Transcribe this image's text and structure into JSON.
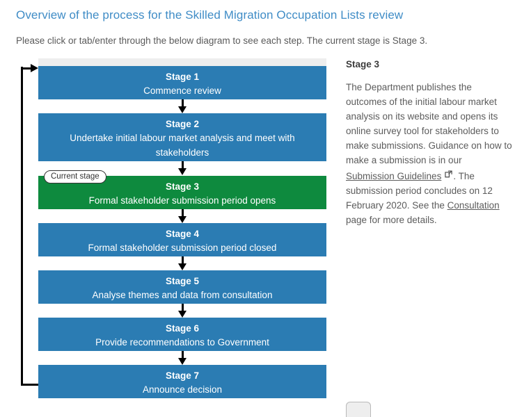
{
  "page": {
    "title": "Overview of the process for the Skilled Migration Occupation Lists review",
    "intro": "Please click or tab/enter through the below diagram to see each step. The current stage is Stage 3."
  },
  "diagram": {
    "current_stage_badge": "Current stage",
    "current_stage_index": 3,
    "colors": {
      "stage_default": "#2b7cb3",
      "stage_current": "#0e8a3e",
      "top_strip": "#eeeeee",
      "connector": "#000000",
      "title": "#3f8cc6"
    },
    "stages": [
      {
        "title": "Stage 1",
        "desc": "Commence review"
      },
      {
        "title": "Stage 2",
        "desc": "Undertake initial labour market analysis and meet with stakeholders"
      },
      {
        "title": "Stage 3",
        "desc": "Formal stakeholder submission period opens"
      },
      {
        "title": "Stage 4",
        "desc": "Formal stakeholder submission period closed"
      },
      {
        "title": "Stage 5",
        "desc": "Analyse themes and data from consultation"
      },
      {
        "title": "Stage 6",
        "desc": "Provide recommendations to Government"
      },
      {
        "title": "Stage 7",
        "desc": "Announce decision"
      }
    ]
  },
  "detail": {
    "heading": "Stage 3",
    "text_before_link": "The Department publishes the outcomes of the initial labour market analysis on its website and opens its online survey tool for stakeholders to make submissions. Guidance on how to make a submission is in our ",
    "link_guidelines": "Submission Guidelines",
    "external_icon": "external-link-icon",
    "text_after_link": ". The submission period concludes on 12 February 2020. See the ",
    "link_consultation": "Consultation",
    "text_end": " page for more details."
  }
}
